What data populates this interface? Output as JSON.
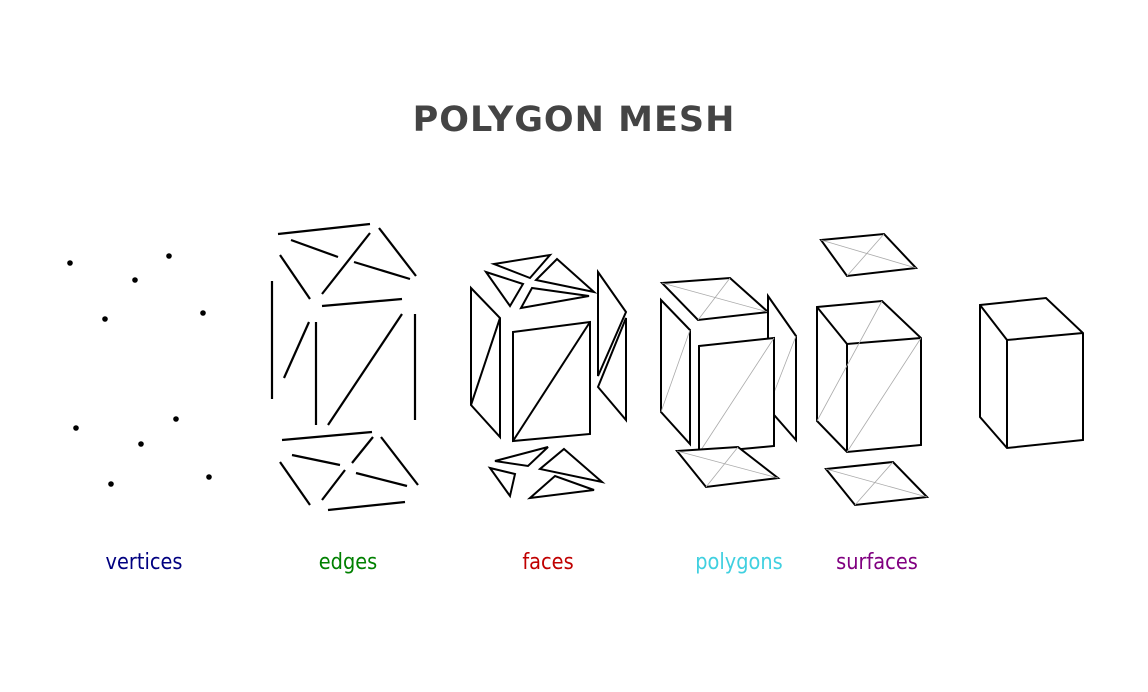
{
  "title": "POLYGON MESH",
  "labels": [
    {
      "key": "vertices",
      "text": "vertices",
      "color": "#000080"
    },
    {
      "key": "edges",
      "text": "edges",
      "color": "#008000"
    },
    {
      "key": "faces",
      "text": "faces",
      "color": "#c00000"
    },
    {
      "key": "polygons",
      "text": "polygons",
      "color": "#40d0e0"
    },
    {
      "key": "surfaces",
      "text": "surfaces",
      "color": "#800080"
    }
  ],
  "stages": [
    "vertices",
    "edges",
    "faces",
    "polygons",
    "surfaces",
    "solid"
  ]
}
